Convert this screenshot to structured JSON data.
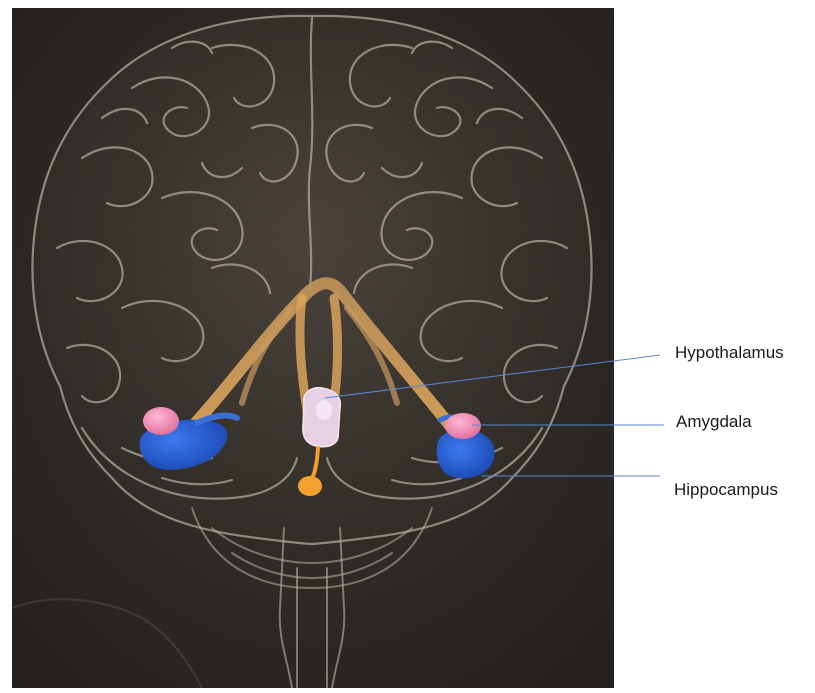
{
  "labels": {
    "hypothalamus": "Hypothalamus",
    "amygdala": "Amygdala",
    "hippocampus": "Hippocampus"
  },
  "colors": {
    "background": "#2e2a25",
    "brain_outline": "#b9b0a4",
    "fornix": "#e3a95a",
    "amygdala": "#f08fb4",
    "hippocampus": "#2659c9",
    "hypothalamus": "#e9cfe4",
    "pituitary": "#f3a12e",
    "callout_line": "#5a86d6"
  }
}
